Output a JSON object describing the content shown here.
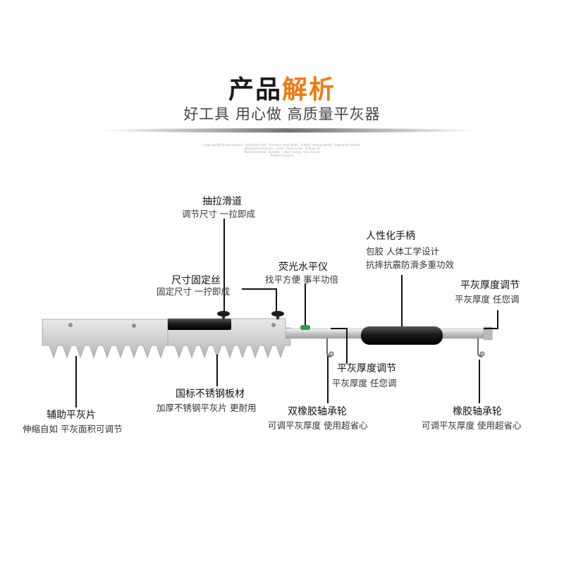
{
  "header": {
    "title_part1": "产品",
    "title_part2": "解析",
    "subtitle": "好工具 用心做 高质量平灰器",
    "fine_print_1": "High quality Plastering tool · Adjustable size · Stainless steel blade · Rubber bearing wheel · Ergonomic handle",
    "fine_print_2": "Adjustable thickness · Level · Fixed screw · Sliding rail",
    "fine_print_3": "Multi functional · Durable · Labor saving · Easy to use",
    "fine_print_4": "Product analysis"
  },
  "annotations": [
    {
      "title": "抽拉滑道",
      "desc": "调节尺寸  一拉即成"
    },
    {
      "title": "尺寸固定丝",
      "desc": "固定尺寸  一拧即成"
    },
    {
      "title": "荧光水平仪",
      "desc": "找平方便 事半功倍"
    },
    {
      "title": "人性化手柄",
      "desc1": "包胶  人体工学设计",
      "desc2": "抗摔抗震防滑多重功效"
    },
    {
      "title": "平灰厚度调节",
      "desc": "平灰厚度 任您调"
    },
    {
      "title": "平灰厚度调节",
      "desc": "平灰厚度 任您调"
    },
    {
      "title": "国标不锈钢板材",
      "desc": "加厚不锈钢平灰片 更耐用"
    },
    {
      "title": "辅助平灰片",
      "desc": "伸缩自如 平灰面积可调节"
    },
    {
      "title": "双橡胶轴承轮",
      "desc": "可调平灰厚度 使用超省心"
    },
    {
      "title": "橡胶轴承轮",
      "desc": "可调平灰厚度 使用超省心"
    }
  ],
  "colors": {
    "accent": "#f07a12",
    "title": "#1a1a1a",
    "steel": "#c9cbcd",
    "handle": "#1c1c1c",
    "level": "#2aa23a"
  }
}
